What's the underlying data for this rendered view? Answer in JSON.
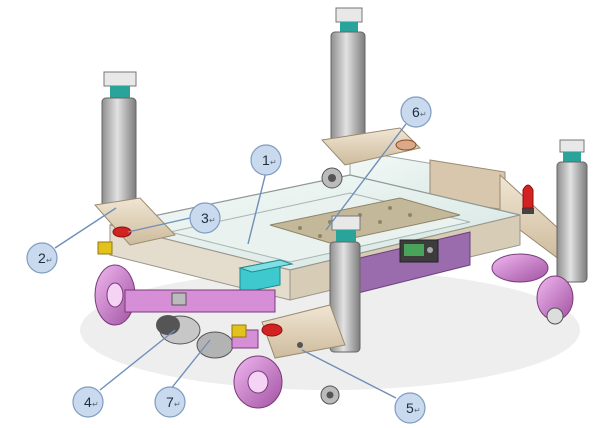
{
  "diagram": {
    "callouts": [
      {
        "id": "1",
        "label": "1",
        "mark": "↵"
      },
      {
        "id": "2",
        "label": "2",
        "mark": "↵"
      },
      {
        "id": "3",
        "label": "3",
        "mark": "↵"
      },
      {
        "id": "4",
        "label": "4",
        "mark": "↵"
      },
      {
        "id": "5",
        "label": "5",
        "mark": "↵"
      },
      {
        "id": "6",
        "label": "6",
        "mark": "↵"
      },
      {
        "id": "7",
        "label": "7",
        "mark": "↵"
      }
    ],
    "colors": {
      "callout_fill": "#c9d9ee",
      "callout_stroke": "#7f9cc0",
      "leader_line": "#6f8fb8",
      "frame": "#c8c3b8",
      "frame_dark": "#9a958c",
      "pillar": "#a9a9a9",
      "pillar_light": "#d6d6d6",
      "teal_ring": "#2aa39a",
      "wheel": "#d68fd6",
      "wheel_dark": "#7a3a7a",
      "glass": "#e7f1ee",
      "beam": "#e6d8c2",
      "copper": "#d9a98a",
      "red_light": "#d32222",
      "cyan_box": "#3ec9cf",
      "purple_motor": "#b46ec8",
      "control_green": "#4aa35a"
    }
  }
}
